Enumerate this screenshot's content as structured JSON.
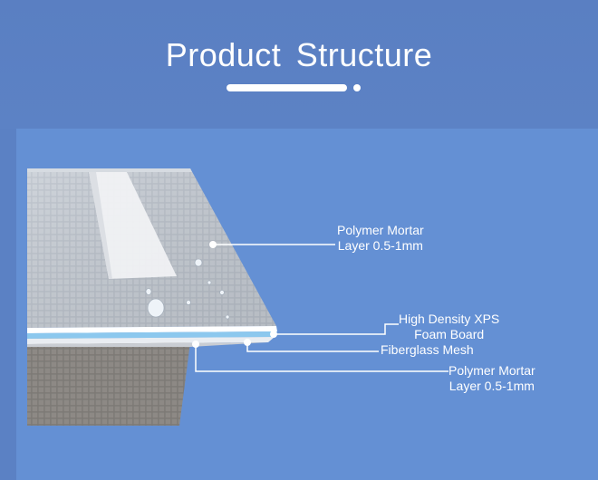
{
  "header": {
    "title": "Product  Structure"
  },
  "layers": [
    {
      "line1": "Polymer Mortar",
      "line2": "Layer 0.5-1mm"
    },
    {
      "line1": "High Density XPS",
      "line2": "Foam Board"
    },
    {
      "line1": "Fiberglass Mesh",
      "line2": ""
    },
    {
      "line1": "Polymer Mortar",
      "line2": "Layer 0.5-1mm"
    }
  ],
  "colors": {
    "background": "#5b81c4",
    "panel": "#6490d4",
    "board_surface": "#b9c0c9",
    "xps_core": "#8cc8ee",
    "callout_line": "#ffffff"
  }
}
